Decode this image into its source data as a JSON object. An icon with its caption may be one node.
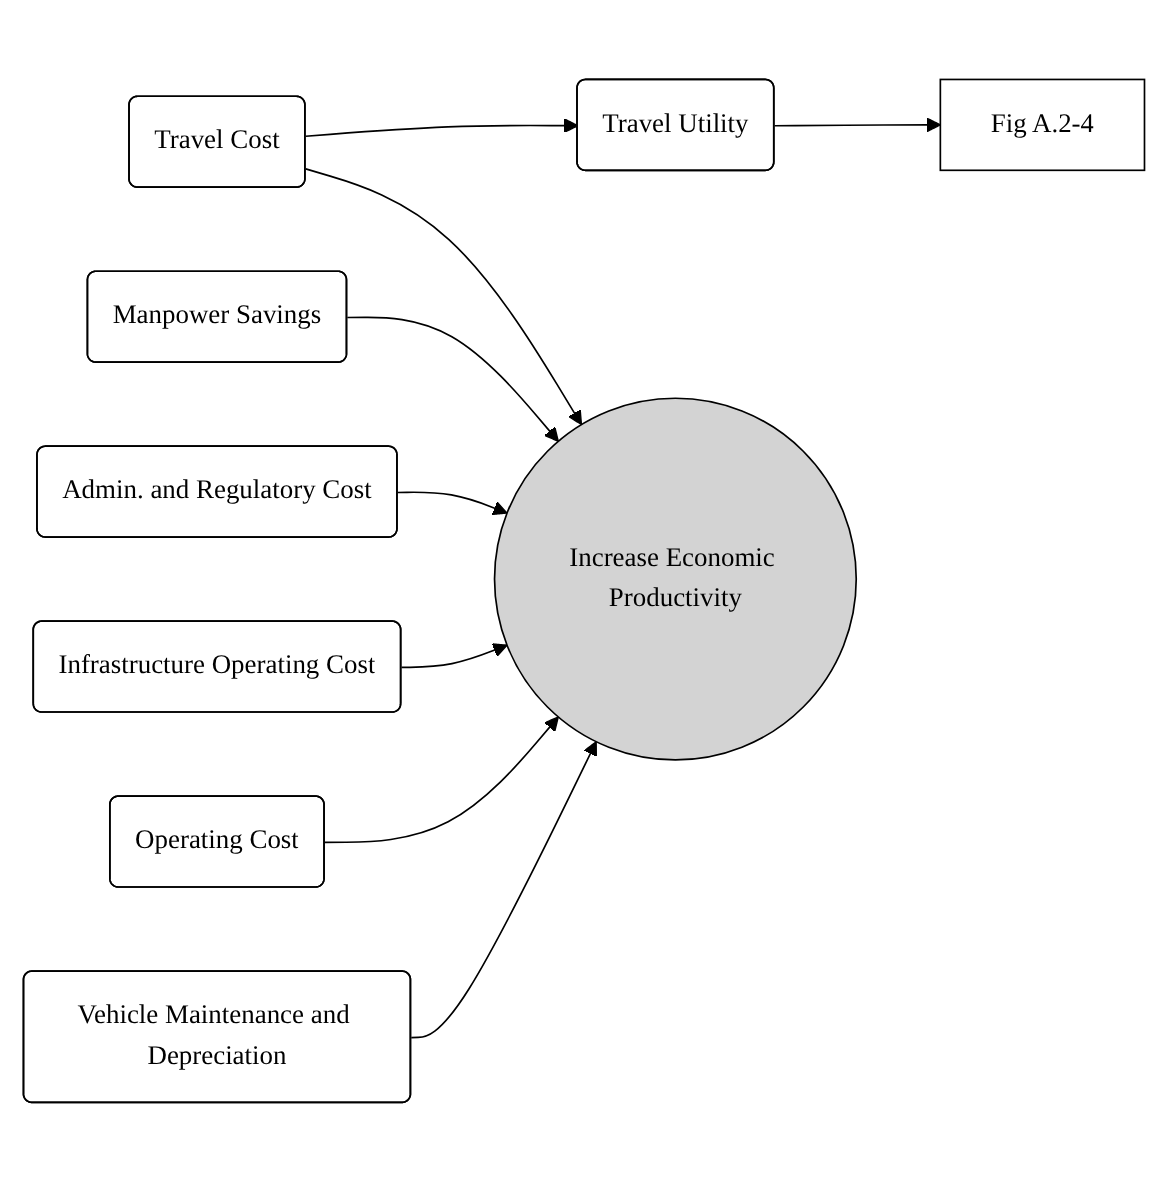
{
  "diagram": {
    "nodes": [
      {
        "text": [
          "Travel Cost"
        ]
      },
      {
        "text": [
          "Travel Utility"
        ]
      },
      {
        "text": [
          "Fig A.2-4"
        ]
      },
      {
        "text": [
          "Manpower Savings"
        ]
      },
      {
        "text": [
          "Admin. and Regulatory Cost"
        ]
      },
      {
        "text": [
          "Infrastructure Operating Cost"
        ]
      },
      {
        "text": [
          "Operating Cost"
        ]
      },
      {
        "text": [
          "Vehicle Maintenance and Depreciation"
        ]
      },
      {
        "text": [
          "Increase Economic Productivity"
        ]
      }
    ],
    "edges": [
      {
        "from": 0,
        "to": 1,
        "arrow": "to"
      },
      {
        "from": 1,
        "to": 2,
        "arrow": "to"
      },
      {
        "from": 0,
        "to": 8,
        "arrow": "to"
      },
      {
        "from": 3,
        "to": 8,
        "arrow": "to"
      },
      {
        "from": 4,
        "to": 8,
        "arrow": "to"
      },
      {
        "from": 5,
        "to": 8,
        "arrow": "to"
      },
      {
        "from": 6,
        "to": 8,
        "arrow": "to"
      },
      {
        "from": 7,
        "to": 8,
        "arrow": "to"
      }
    ]
  }
}
